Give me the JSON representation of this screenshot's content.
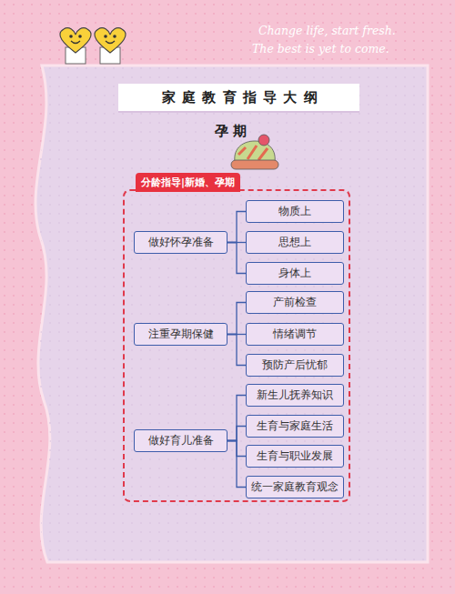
{
  "diagram": {
    "title": "家 庭 教 育 指 导 大 纲",
    "nodes": [
      {
        "text": [
          "分龄指导|新婚、孕期"
        ]
      },
      {
        "text": [
          "做好怀孕准备"
        ],
        "in": 0
      },
      {
        "text": [
          "物质上"
        ],
        "in": 0
      },
      {
        "text": [
          "思想上"
        ],
        "in": 0
      },
      {
        "text": [
          "身体上"
        ],
        "in": 0
      },
      {
        "text": [
          "注重孕期保健"
        ],
        "in": 0
      },
      {
        "text": [
          "产前检查"
        ],
        "in": 0
      },
      {
        "text": [
          "情绪调节"
        ],
        "in": 0
      },
      {
        "text": [
          "预防产后忧郁"
        ],
        "in": 0
      },
      {
        "text": [
          "做好育儿准备"
        ],
        "in": 0
      },
      {
        "text": [
          "新生儿抚养知识"
        ],
        "in": 0
      },
      {
        "text": [
          "生育与家庭生活"
        ],
        "in": 0
      },
      {
        "text": [
          "生育与职业发展"
        ],
        "in": 0
      },
      {
        "text": [
          "统一家庭教育观念"
        ],
        "in": 0
      }
    ],
    "edges": [
      {
        "from": 1,
        "to": 2,
        "arrow": "none"
      },
      {
        "from": 1,
        "to": 3,
        "arrow": "none"
      },
      {
        "from": 1,
        "to": 4,
        "arrow": "none"
      },
      {
        "from": 5,
        "to": 6,
        "arrow": "none"
      },
      {
        "from": 5,
        "to": 7,
        "arrow": "none"
      },
      {
        "from": 5,
        "to": 8,
        "arrow": "none"
      },
      {
        "from": 9,
        "to": 10,
        "arrow": "none"
      },
      {
        "from": 9,
        "to": 11,
        "arrow": "none"
      },
      {
        "from": 9,
        "to": 12,
        "arrow": "none"
      },
      {
        "from": 9,
        "to": 13,
        "arrow": "none"
      }
    ],
    "labels": [
      "Change life, start fresh.",
      "The best is yet to come.",
      "孕 期"
    ]
  }
}
